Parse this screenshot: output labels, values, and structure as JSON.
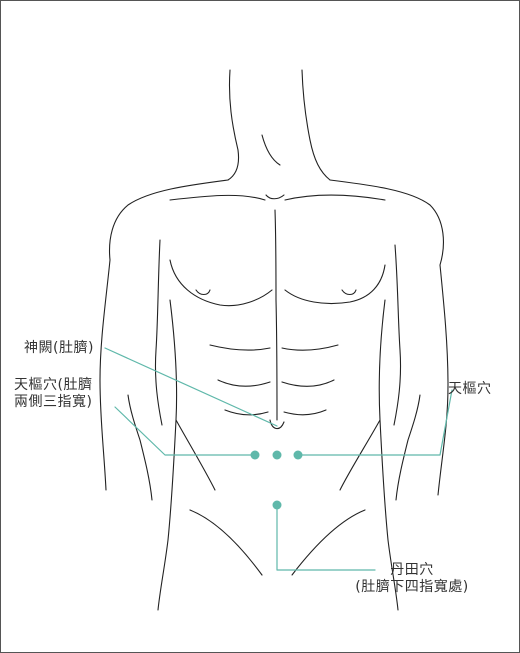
{
  "colors": {
    "outline": "#222222",
    "marker": "#5fb8aa",
    "leader": "#5fb8aa",
    "text": "#333333"
  },
  "labels": {
    "shenque": "神闕(肚臍)",
    "tianshu_left_line1": "天樞穴(肚臍",
    "tianshu_left_line2": "兩側三指寬)",
    "tianshu_right": "天樞穴",
    "dantian_line1": "丹田穴",
    "dantian_line2": "(肚臍下四指寬處)"
  },
  "icons": {
    "acupoint": "filled-circle"
  }
}
